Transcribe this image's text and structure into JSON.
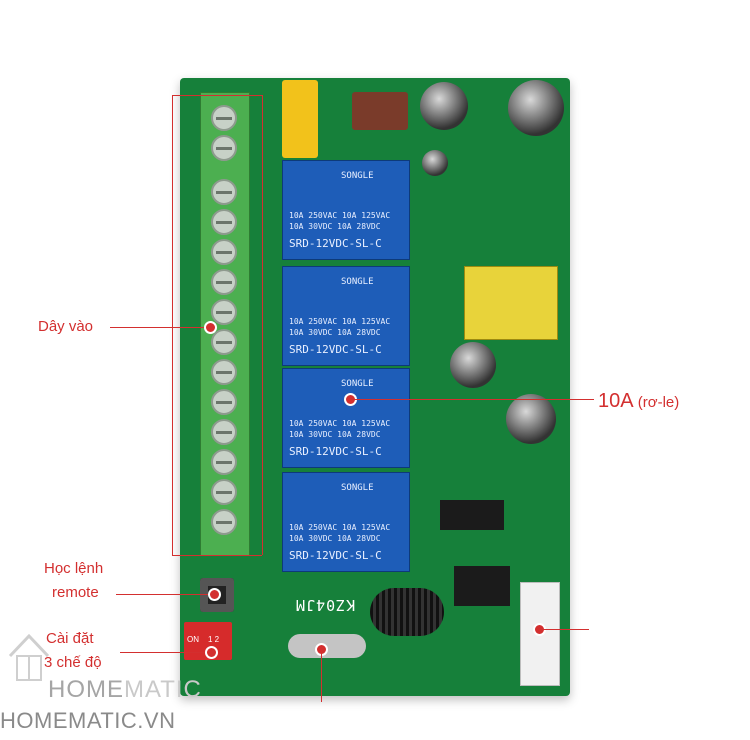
{
  "callouts": {
    "wire_input": "Dây vào",
    "relay_rating_main": "10A",
    "relay_rating_note": "(rơ-le)",
    "learn_remote_line1": "Học lệnh",
    "learn_remote_line2": "remote",
    "mode_setting_line1": "Cài đặt",
    "mode_setting_line2": "3 chế độ"
  },
  "board": {
    "module_id": "KZ04JM",
    "relay_brand": "SONGLE",
    "relay_spec_line1": "10A 250VAC  10A 125VAC",
    "relay_spec_line2": "10A  30VDC  10A  28VDC",
    "relay_model": "SRD-12VDC-SL-C",
    "dip_on": "ON",
    "dip_numbers": "1 2"
  },
  "branding": {
    "logo_part1": "HOME",
    "logo_part2": "MATIC",
    "site_url": "HOMEMATIC.VN"
  },
  "colors": {
    "callout": "#d32f2f",
    "pcb": "#16803a",
    "relay": "#1e5db8"
  }
}
